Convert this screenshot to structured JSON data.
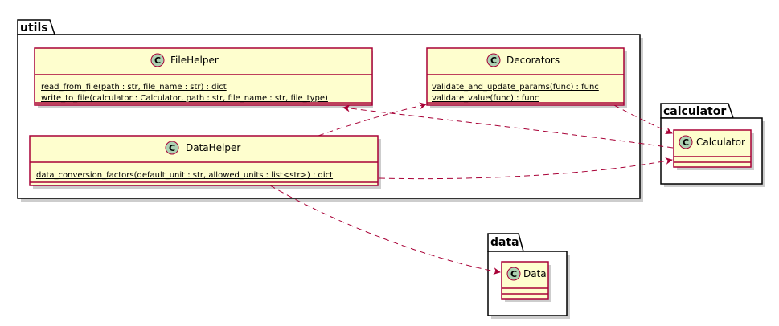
{
  "packages": {
    "utils": "utils",
    "calculator": "calculator",
    "data": "data"
  },
  "classes": {
    "file_helper": {
      "name": "FileHelper",
      "stereotype": "C",
      "members": [
        "read_from_file(path : str, file_name : str) : dict",
        "write_to_file(calculator : Calculator, path : str, file_name : str, file_type)"
      ]
    },
    "decorators": {
      "name": "Decorators",
      "stereotype": "C",
      "members": [
        "validate_and_update_params(func) : func",
        "validate_value(func) : func"
      ]
    },
    "data_helper": {
      "name": "DataHelper",
      "stereotype": "C",
      "members": [
        "data_conversion_factors(default_unit : str, allowed_units : list<str>) : dict"
      ]
    },
    "calculator": {
      "name": "Calculator",
      "stereotype": "C",
      "members": []
    },
    "data": {
      "name": "Data",
      "stereotype": "C",
      "members": []
    }
  },
  "colors": {
    "class_fill": "#FEFECE",
    "class_border": "#A80036",
    "stereotype_circle": "#ADD1B2",
    "arrow": "#A80036"
  }
}
